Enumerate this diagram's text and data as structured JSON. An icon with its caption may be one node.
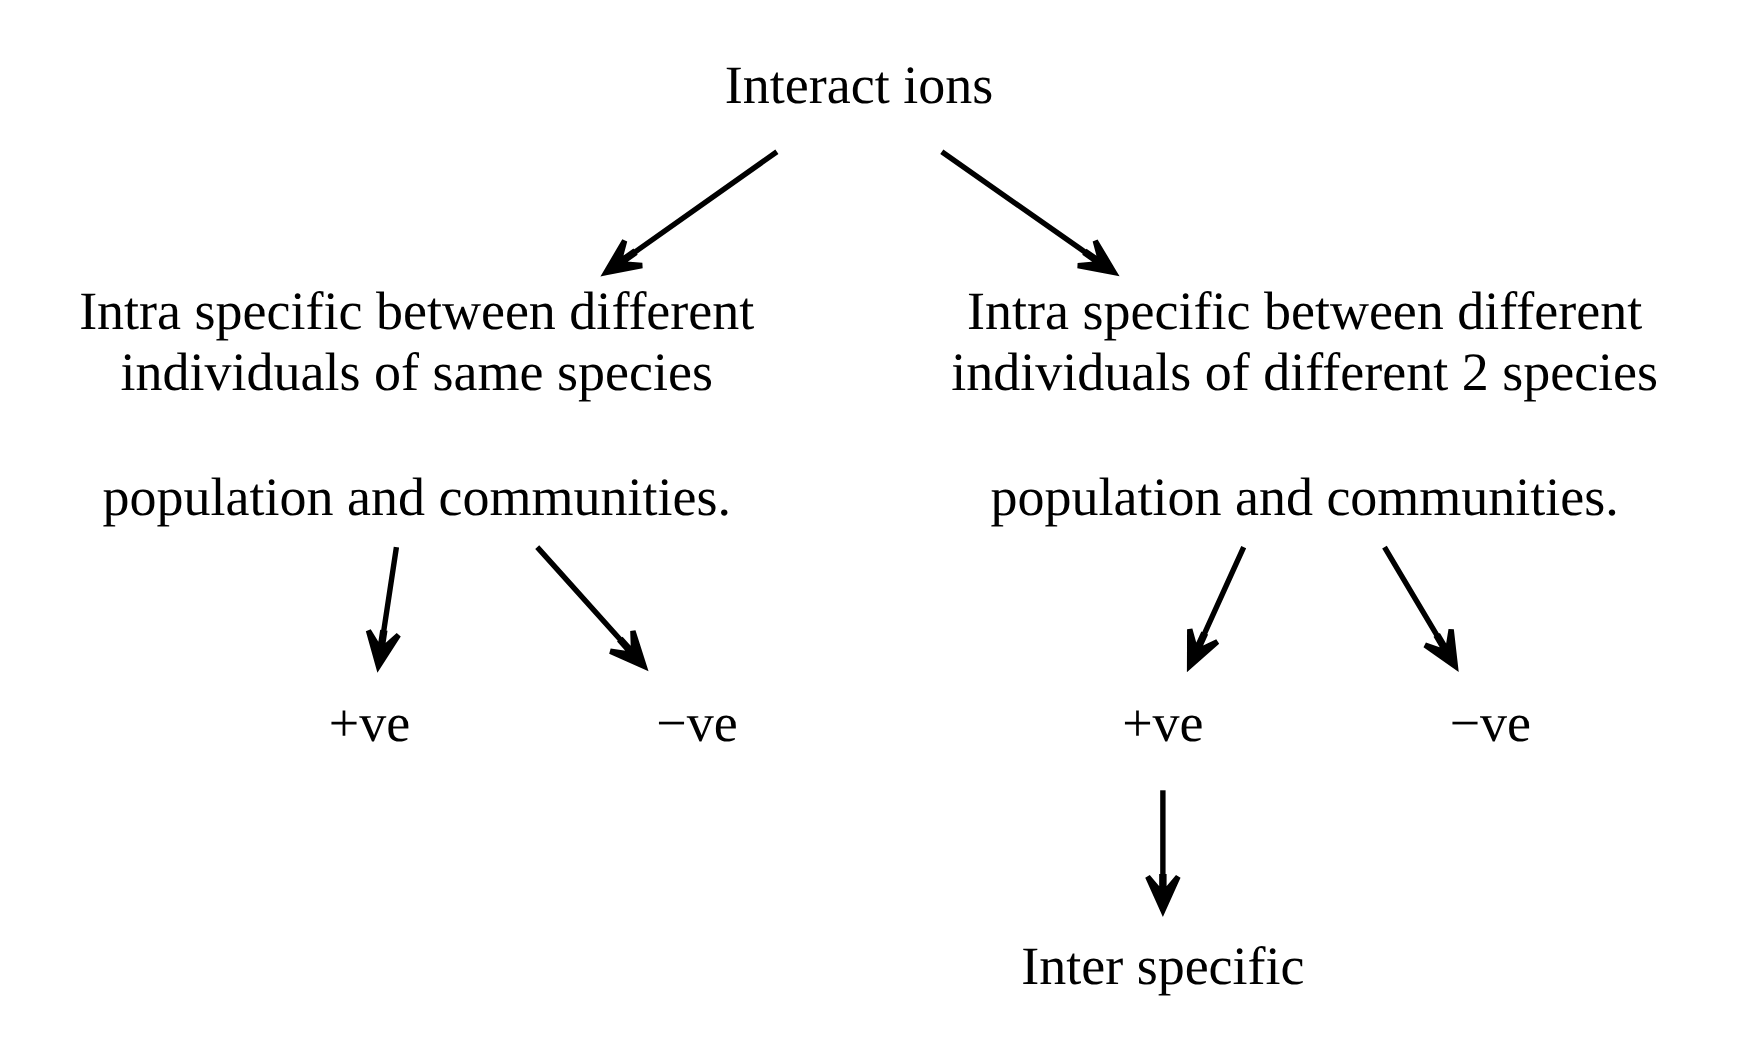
{
  "diagram": {
    "nodes": [
      {
        "text": [
          "Interact ions"
        ]
      },
      {
        "text": [
          "Intra specific between different individuals of same species",
          "population and communities."
        ]
      },
      {
        "text": [
          "+ve"
        ]
      },
      {
        "text": [
          "−ve"
        ]
      },
      {
        "text": [
          "Intra specific between different individuals of different 2 species",
          "population and communities."
        ]
      },
      {
        "text": [
          "+ve"
        ]
      },
      {
        "text": [
          "−ve"
        ]
      },
      {
        "text": [
          "Inter specific"
        ]
      }
    ],
    "edges": [
      {
        "from": 0,
        "to": 1,
        "arrow": "to"
      },
      {
        "from": 0,
        "to": 4,
        "arrow": "to"
      },
      {
        "from": 1,
        "to": 2,
        "arrow": "to"
      },
      {
        "from": 1,
        "to": 3,
        "arrow": "to"
      },
      {
        "from": 4,
        "to": 5,
        "arrow": "to"
      },
      {
        "from": 4,
        "to": 6,
        "arrow": "to"
      },
      {
        "from": 5,
        "to": 7,
        "arrow": "to"
      }
    ]
  }
}
